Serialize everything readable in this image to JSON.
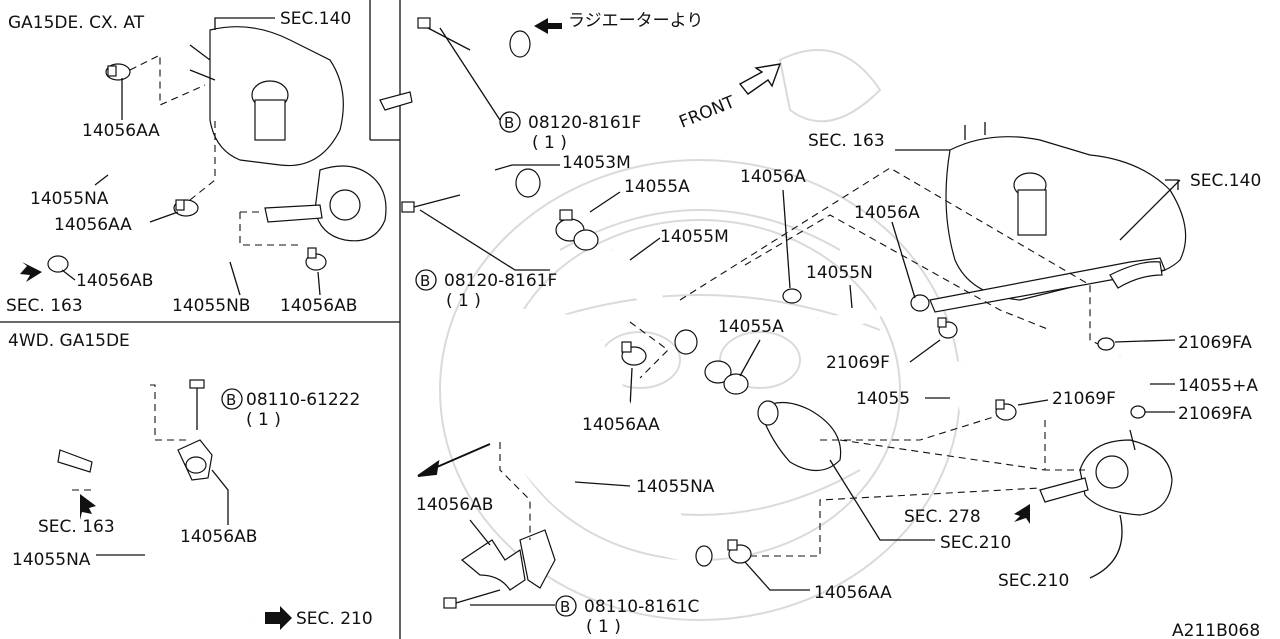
{
  "panels": {
    "top_left_title": "GA15DE. CX. AT",
    "bottom_left_title": "4WD. GA15DE"
  },
  "labels": {
    "sec140_tl": "SEC.140",
    "p14056AA_a": "14056AA",
    "p14055NA_a": "14055NA",
    "p14056AA_b": "14056AA",
    "p14056AB_a": "14056AB",
    "sec163_tl": "SEC. 163",
    "p14055NB": "14055NB",
    "p14056AB_b": "14056AB",
    "bolt_b_08110_61222": "08110-61222",
    "qty_1_a": "( 1 )",
    "sec163_bl": "SEC. 163",
    "p14056AB_c": "14056AB",
    "p14055NA_b": "14055NA",
    "sec210_bl": "SEC. 210",
    "radiator_from": "ラジエーターより",
    "bolt_b_08120_8161F_a": "08120-8161F",
    "qty_1_b": "( 1 )",
    "front": "FRONT",
    "p14053M": "14053M",
    "p14055A_a": "14055A",
    "bolt_b_08120_8161F_b": "08120-8161F",
    "qty_1_c": "( 1 )",
    "p14055M": "14055M",
    "p14056AA_c": "14056AA",
    "p14055A_b": "14055A",
    "p14056A_a": "14056A",
    "sec163_r": "SEC. 163",
    "p14056A_b": "14056A",
    "p14055N": "14055N",
    "sec140_r": "SEC.140",
    "p21069FA_a": "21069FA",
    "p21069F_a": "21069F",
    "p14055_plus_A": "14055+A",
    "p14055": "14055",
    "p21069F_b": "21069F",
    "p21069FA_b": "21069FA",
    "p14055NA_c": "14055NA",
    "p14056AB_d": "14056AB",
    "sec278": "SEC. 278",
    "sec210_a": "SEC.210",
    "sec210_b": "SEC.210",
    "p14056AA_d": "14056AA",
    "bolt_b_08110_8161C": "08110-8161C",
    "qty_1_d": "( 1 )",
    "circle_b": "B",
    "diagram_id": "A211B068"
  }
}
